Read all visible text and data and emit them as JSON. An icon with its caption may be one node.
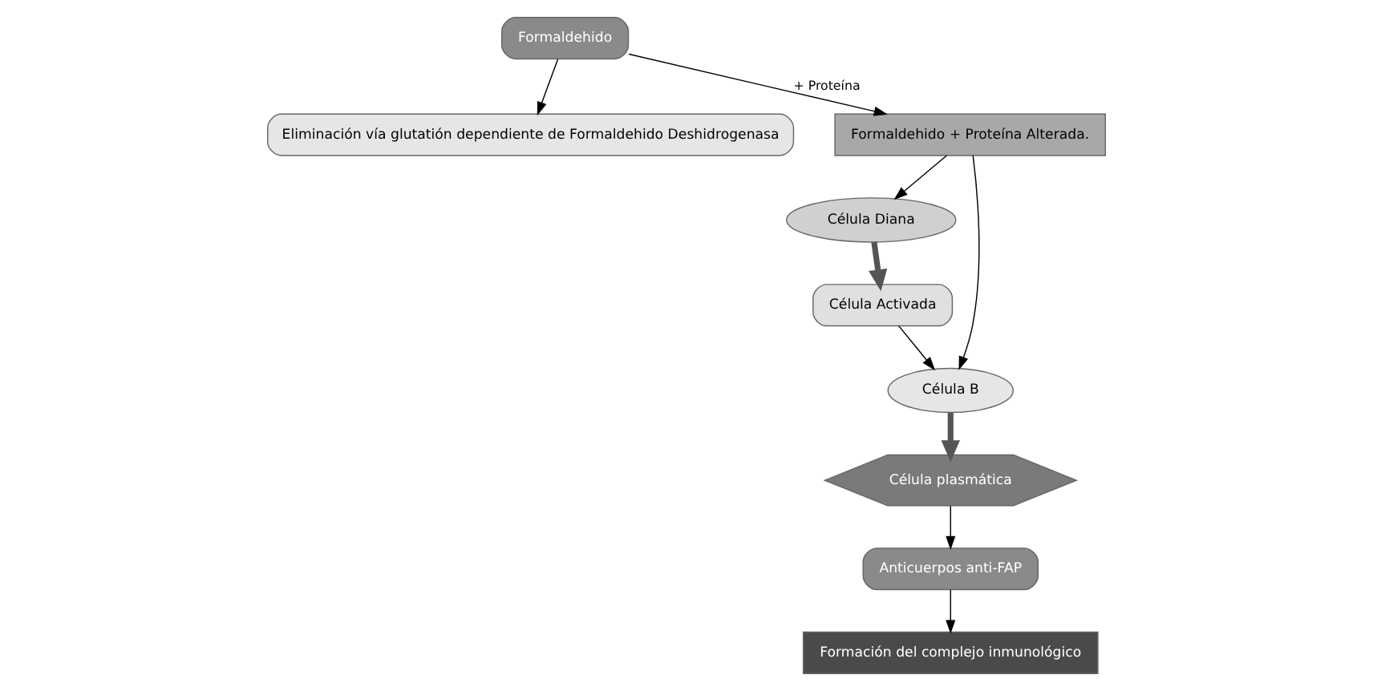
{
  "diagram": {
    "nodes": [
      {
        "text": [
          "Formaldehido"
        ]
      },
      {
        "text": [
          "Eliminación vía glutatión dependiente de Formaldehido Deshidrogenasa"
        ]
      },
      {
        "text": [
          "Formaldehido + Proteína Alterada."
        ]
      },
      {
        "text": [
          "Célula Diana"
        ]
      },
      {
        "text": [
          "Célula B"
        ]
      },
      {
        "text": [
          "Célula Activada"
        ]
      },
      {
        "text": [
          "Anticuerpos anti-FAP"
        ]
      },
      {
        "text": [
          "Formación del complejo inmunológico"
        ]
      },
      {
        "text": [
          "Célula plasmática"
        ]
      }
    ],
    "edges": [
      {
        "from": 0,
        "to": 1,
        "arrow": "to"
      },
      {
        "from": 0,
        "to": 2,
        "arrow": "to",
        "label": "+ Proteína"
      },
      {
        "from": 2,
        "to": 3,
        "arrow": "to"
      },
      {
        "from": 2,
        "to": 4,
        "arrow": "to"
      },
      {
        "from": 3,
        "to": 5,
        "arrow": "to",
        "style": "thick",
        "color": "#555555"
      },
      {
        "from": 5,
        "to": 4,
        "arrow": "to"
      },
      {
        "from": 4,
        "to": 8,
        "arrow": "to",
        "style": "thick",
        "color": "#555555"
      },
      {
        "from": 8,
        "to": 6,
        "arrow": "to"
      },
      {
        "from": 6,
        "to": 7,
        "arrow": "to"
      }
    ]
  }
}
